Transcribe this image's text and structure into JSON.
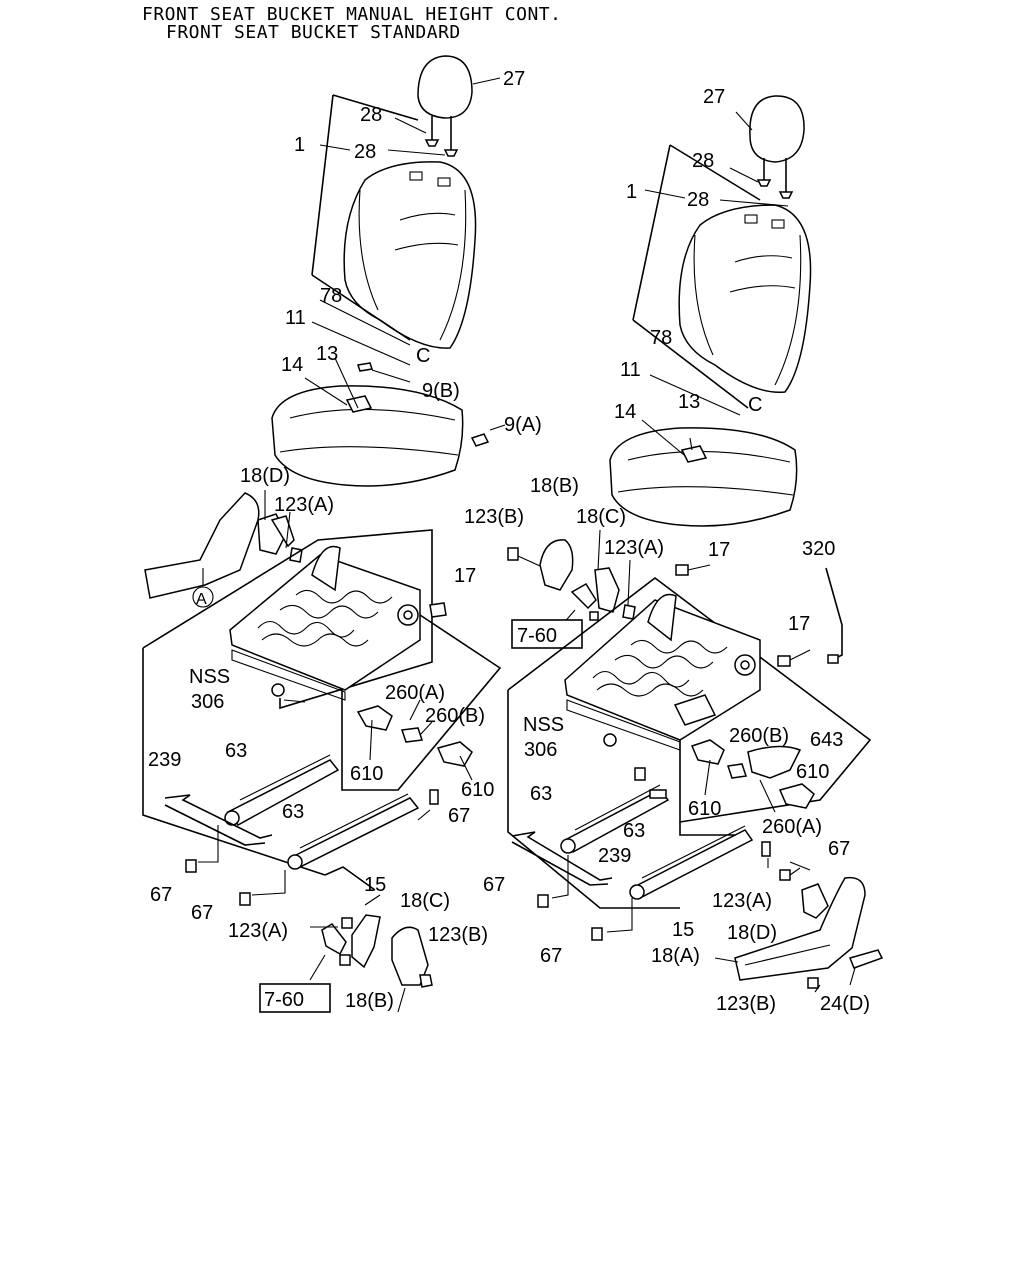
{
  "title": {
    "line1": "FRONT SEAT BUCKET MANUAL HEIGHT CONT.",
    "line2": "FRONT SEAT BUCKET STANDARD"
  },
  "left_labels": {
    "l27": "27",
    "l28a": "28",
    "l28b": "28",
    "l1": "1",
    "l78": "78",
    "l11": "11",
    "lC": "C",
    "l13": "13",
    "l14": "14",
    "l9b": "9(B)",
    "l9a": "9(A)",
    "l18d": "18(D)",
    "l123a": "123(A)",
    "lA": "A",
    "l17": "17",
    "lNSS": "NSS",
    "l306": "306",
    "l260a": "260(A)",
    "l260b": "260(B)",
    "l610a": "610",
    "l610b": "610",
    "l239": "239",
    "l63a": "63",
    "l63b": "63",
    "l67a": "67",
    "l67b": "67",
    "l67c": "67",
    "l15": "15",
    "l18c": "18(C)",
    "l123a2": "123(A)",
    "l123b": "123(B)",
    "l760": "7-60",
    "l18b": "18(B)"
  },
  "right_labels": {
    "l27": "27",
    "l28a": "28",
    "l28b": "28",
    "l1": "1",
    "l78": "78",
    "l11": "11",
    "lC": "C",
    "l13": "13",
    "l14": "14",
    "l18b": "18(B)",
    "l123b": "123(B)",
    "l18c": "18(C)",
    "l123a": "123(A)",
    "l17a": "17",
    "l320": "320",
    "l17b": "17",
    "l760": "7-60",
    "lNSS": "NSS",
    "l306": "306",
    "l260b": "260(B)",
    "l643": "643",
    "l610a": "610",
    "l610b": "610",
    "l260a": "260(A)",
    "l63a": "63",
    "l63b": "63",
    "l239": "239",
    "l67a": "67",
    "l67b": "67",
    "l67c": "67",
    "l15": "15",
    "l123a2": "123(A)",
    "l18d": "18(D)",
    "l18a": "18(A)",
    "l123b2": "123(B)",
    "l24d": "24(D)"
  }
}
